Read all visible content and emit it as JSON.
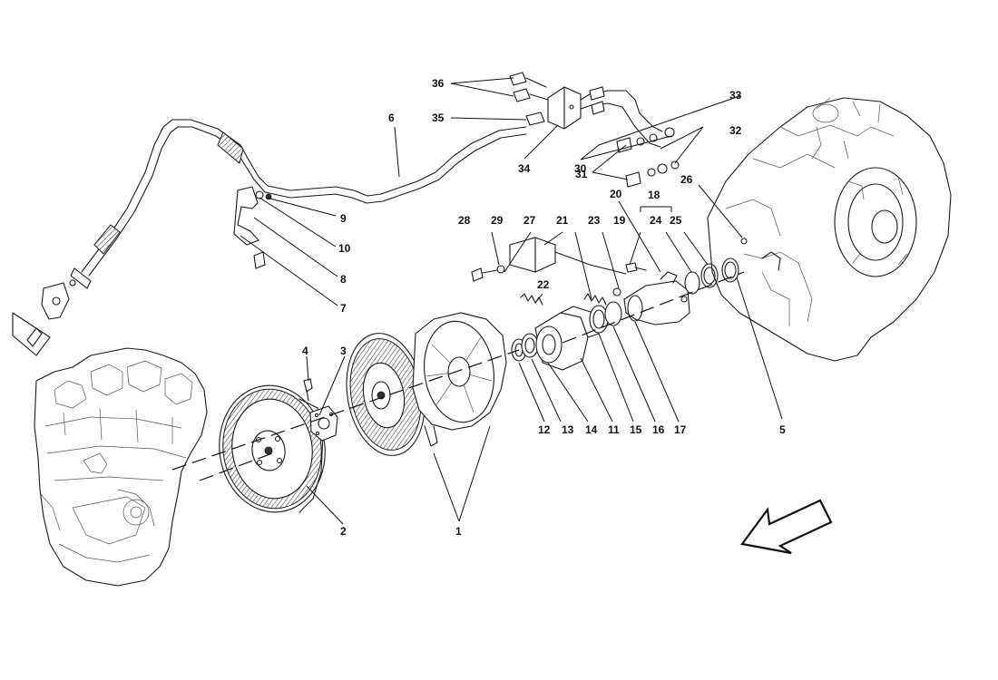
{
  "callouts": {
    "c1": "1",
    "c2": "2",
    "c3": "3",
    "c4": "4",
    "c5": "5",
    "c6": "6",
    "c7": "7",
    "c8": "8",
    "c9": "9",
    "c10": "10",
    "c11": "11",
    "c12": "12",
    "c13": "13",
    "c14": "14",
    "c15": "15",
    "c16": "16",
    "c17": "17",
    "c18": "18",
    "c19": "19",
    "c20": "20",
    "c21": "21",
    "c22": "22",
    "c23": "23",
    "c24": "24",
    "c25": "25",
    "c26": "26",
    "c27": "27",
    "c28": "28",
    "c29": "29",
    "c30": "30",
    "c31": "31",
    "c32": "32",
    "c33": "33",
    "c34": "34",
    "c35": "35",
    "c36": "36"
  }
}
